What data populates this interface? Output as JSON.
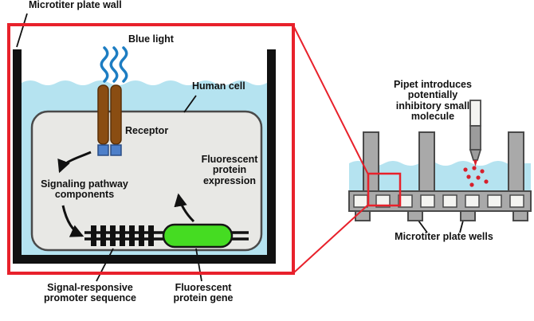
{
  "colors": {
    "red": "#e8212b",
    "liquid": "#b5e3f0",
    "cell": "#e8e8e5",
    "cell_border": "#4a4a4a",
    "receptor": "#8a4d12",
    "receptor_border": "#5a3008",
    "receptor_dock": "#4d7fc9",
    "gene_green": "#45dc22",
    "plate_gray": "#a9a9a9",
    "plate_border": "#4a4a4a",
    "blue_light": "#1d7dc2",
    "dot_red": "#d6202c",
    "ink": "#111111"
  },
  "labels": {
    "microtiter_plate_wall": "Microtiter plate wall",
    "blue_light": "Blue light",
    "human_cell": "Human cell",
    "receptor": "Receptor",
    "signaling_pathway": "Signaling pathway\ncomponents",
    "fluorescent_expression": "Fluorescent\nprotein\nexpression",
    "signal_responsive": "Signal-responsive\npromoter sequence",
    "fluorescent_gene": "Fluorescent\nprotein gene",
    "pipet": "Pipet introduces\npotentially\ninhibitory small\nmolecule",
    "plate_wells": "Microtiter plate wells"
  }
}
